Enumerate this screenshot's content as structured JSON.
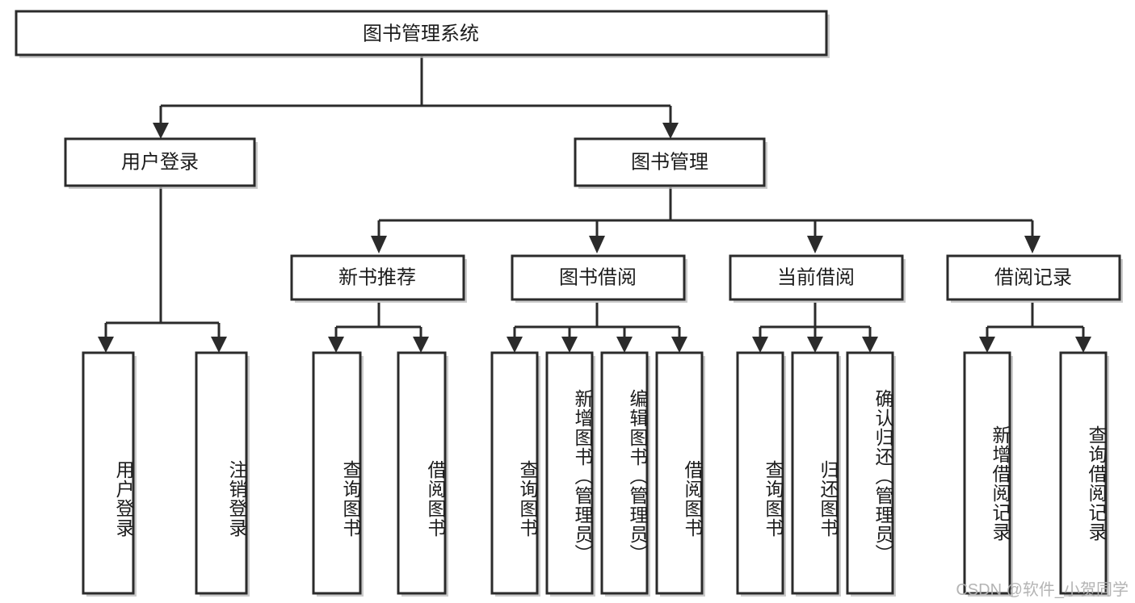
{
  "diagram": {
    "title_node": {
      "label": "图书管理系统"
    },
    "level2": [
      {
        "id": "user-login",
        "label": "用户登录"
      },
      {
        "id": "book-management",
        "label": "图书管理"
      }
    ],
    "level3": [
      {
        "id": "new-book-recommend",
        "label": "新书推荐"
      },
      {
        "id": "book-borrow",
        "label": "图书借阅"
      },
      {
        "id": "current-borrow",
        "label": "当前借阅"
      },
      {
        "id": "borrow-record",
        "label": "借阅记录"
      }
    ],
    "leaves": {
      "user_login": [
        {
          "id": "leaf-user-login",
          "label": "用户登录"
        },
        {
          "id": "leaf-logout-login",
          "label": "注销登录"
        }
      ],
      "new_book_recommend": [
        {
          "id": "leaf-query-book-1",
          "label": "查询图书"
        },
        {
          "id": "leaf-borrow-book-1",
          "label": "借阅图书"
        }
      ],
      "book_borrow": [
        {
          "id": "leaf-query-book-2",
          "label": "查询图书"
        },
        {
          "id": "leaf-add-book",
          "label": "新增图书（管理员）"
        },
        {
          "id": "leaf-edit-book",
          "label": "编辑图书（管理员）"
        },
        {
          "id": "leaf-borrow-book-2",
          "label": "借阅图书"
        }
      ],
      "current_borrow": [
        {
          "id": "leaf-query-book-3",
          "label": "查询图书"
        },
        {
          "id": "leaf-return-book",
          "label": "归还图书"
        },
        {
          "id": "leaf-confirm-return",
          "label": "确认归还（管理员）"
        }
      ],
      "borrow_record": [
        {
          "id": "leaf-add-borrow-record",
          "label": "新增借阅记录"
        },
        {
          "id": "leaf-query-borrow-record",
          "label": "查询借阅记录"
        }
      ]
    },
    "watermark": {
      "text": "CSDN @软件_小贺同学"
    },
    "colors": {
      "stroke": "#2b2b2b",
      "fill": "#ffffff",
      "shadow": "#b9b9b9",
      "text": "#1c1c1c",
      "watermark": "#b0b0b0"
    }
  }
}
